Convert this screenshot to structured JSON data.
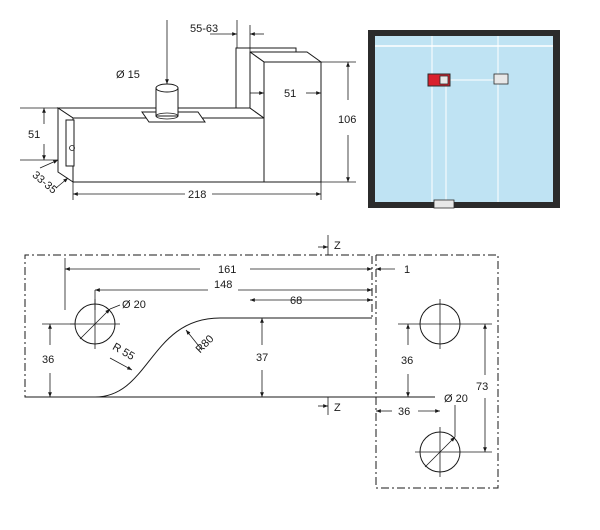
{
  "top_view": {
    "labels": {
      "d1": "55-63",
      "d2": "Ø 15",
      "d3": "51",
      "d4": "106",
      "d5": "51",
      "d6": "33-35",
      "d7": "218"
    }
  },
  "door_view": {
    "colors": {
      "frame": "#2b2b2b",
      "glass": "#bfe3f3",
      "panel_line": "#ffffff",
      "fitting_red": "#d9202c",
      "fitting": "#e8e8e8"
    }
  },
  "cutout_view": {
    "labels": {
      "z_top": "Z",
      "z_bottom": "Z",
      "d161": "161",
      "d148": "148",
      "d68": "68",
      "d1": "1",
      "dia20_left": "Ø 20",
      "r55": "R 55",
      "r80": "R80",
      "d36_left": "36",
      "d37": "37",
      "d36_right": "36",
      "d73": "73",
      "d36_bottom": "36",
      "dia20_right": "Ø 20"
    }
  }
}
